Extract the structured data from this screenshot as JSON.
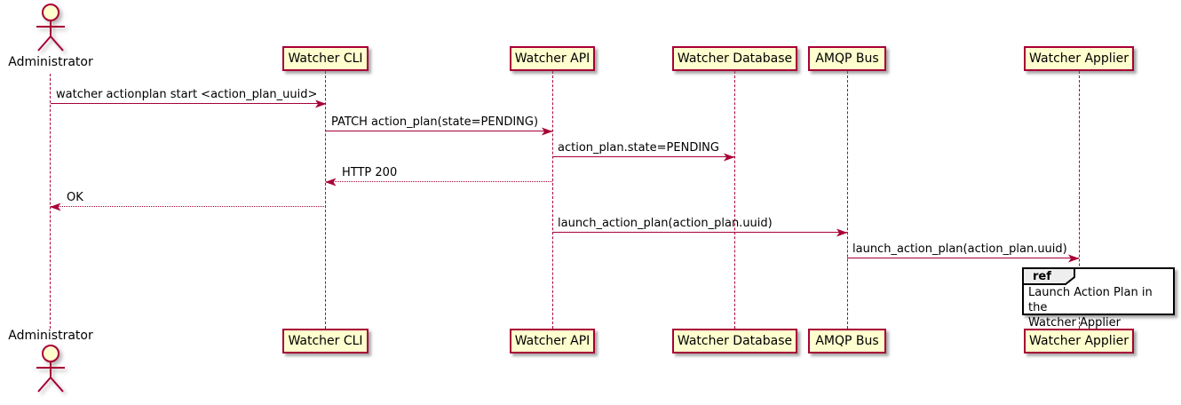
{
  "diagram_type": "sequence-diagram",
  "colors": {
    "accent": "#A80036",
    "participant_fill": "#FEFECE",
    "ref_tab_fill": "#EEEEEE",
    "ref_border": "#000000",
    "background": "#FFFFFF"
  },
  "actor": {
    "name": "Administrator"
  },
  "participants": [
    {
      "name": "Watcher CLI"
    },
    {
      "name": "Watcher API"
    },
    {
      "name": "Watcher Database"
    },
    {
      "name": "AMQP Bus"
    },
    {
      "name": "Watcher Applier"
    }
  ],
  "messages": [
    {
      "from": "Administrator",
      "to": "Watcher CLI",
      "text": "watcher actionplan start <action_plan_uuid>",
      "style": "solid",
      "direction": "right"
    },
    {
      "from": "Watcher CLI",
      "to": "Watcher API",
      "text": "PATCH action_plan(state=PENDING)",
      "style": "solid",
      "direction": "right"
    },
    {
      "from": "Watcher API",
      "to": "Watcher Database",
      "text": "action_plan.state=PENDING",
      "style": "solid",
      "direction": "right"
    },
    {
      "from": "Watcher API",
      "to": "Watcher CLI",
      "text": "HTTP 200",
      "style": "dotted-return",
      "direction": "left"
    },
    {
      "from": "Watcher CLI",
      "to": "Administrator",
      "text": "OK",
      "style": "dotted-return",
      "direction": "left"
    },
    {
      "from": "Watcher API",
      "to": "AMQP Bus",
      "text": "launch_action_plan(action_plan.uuid)",
      "style": "solid",
      "direction": "right"
    },
    {
      "from": "AMQP Bus",
      "to": "Watcher Applier",
      "text": "launch_action_plan(action_plan.uuid)",
      "style": "solid",
      "direction": "right"
    }
  ],
  "ref_fragment": {
    "keyword": "ref",
    "over": "Watcher Applier",
    "text": "Launch Action Plan in the\nWatcher Applier"
  }
}
